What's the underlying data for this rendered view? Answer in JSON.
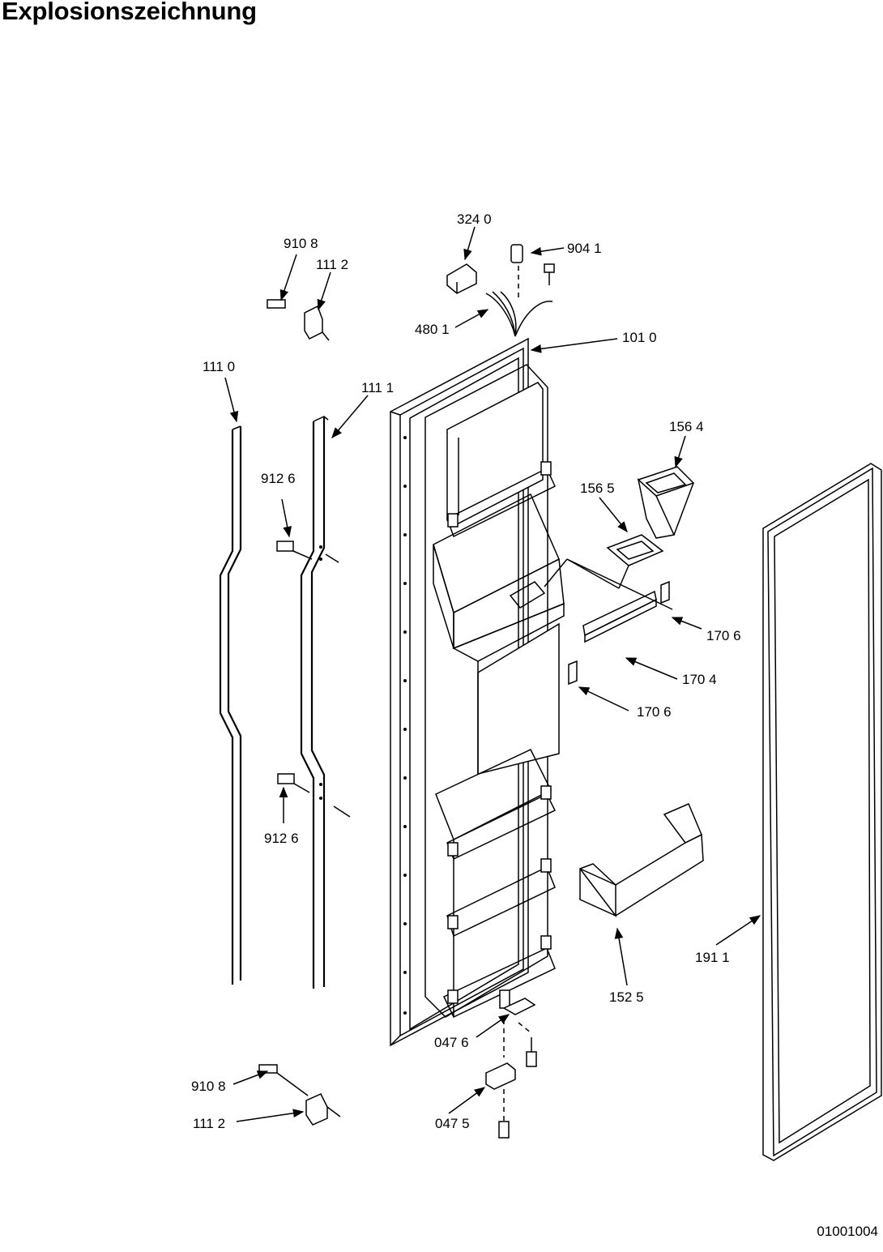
{
  "title": "Explosionszeichnung",
  "doc_code": "01001004",
  "part_labels": [
    "324 0",
    "904 1",
    "910 8",
    "111 2",
    "480 1",
    "101 0",
    "111 0",
    "111 1",
    "156 4",
    "156 5",
    "912  6",
    "170 6",
    "170 4",
    "170 6",
    "912  6",
    "191  1",
    "152 5",
    "047 6",
    "910 8",
    "111 2",
    "047 5"
  ]
}
